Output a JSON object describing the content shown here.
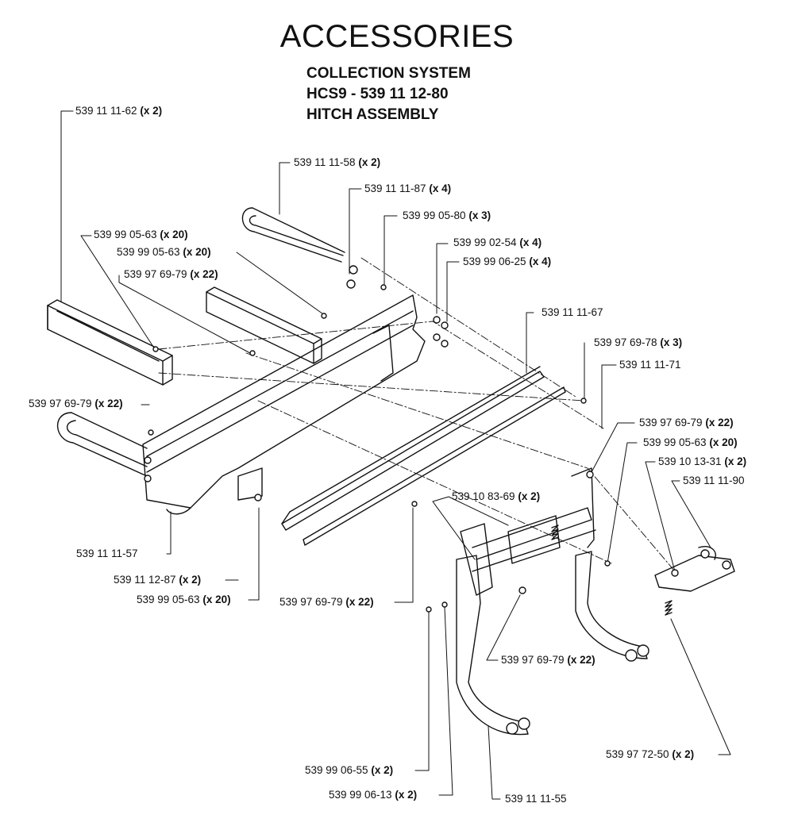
{
  "title": "ACCESSORIES",
  "subtitle_lines": [
    "COLLECTION SYSTEM",
    "HCS9 - 539 11 12-80",
    "HITCH ASSEMBLY"
  ],
  "callouts": [
    {
      "part": "539 11 11-62",
      "qty": "(x 2)"
    },
    {
      "part": "539 11 11-58",
      "qty": "(x 2)"
    },
    {
      "part": "539 11 11-87",
      "qty": "(x 4)"
    },
    {
      "part": "539 99 05-80",
      "qty": "(x 3)"
    },
    {
      "part": "539 99 02-54",
      "qty": "(x 4)"
    },
    {
      "part": "539 99 06-25",
      "qty": "(x 4)"
    },
    {
      "part": "539 99 05-63",
      "qty": "(x 20)"
    },
    {
      "part": "539 99 05-63",
      "qty": "(x 20)"
    },
    {
      "part": "539 97 69-79",
      "qty": "(x 22)"
    },
    {
      "part": "539 11 11-67",
      "qty": ""
    },
    {
      "part": "539 97 69-78",
      "qty": "(x 3)"
    },
    {
      "part": "539 11 11-71",
      "qty": ""
    },
    {
      "part": "539 97 69-79",
      "qty": "(x 22)"
    },
    {
      "part": "539 97 69-79",
      "qty": "(x 22)"
    },
    {
      "part": "539 99 05-63",
      "qty": "(x 20)"
    },
    {
      "part": "539 10 13-31",
      "qty": "(x 2)"
    },
    {
      "part": "539 11 11-90",
      "qty": ""
    },
    {
      "part": "539 10 83-69",
      "qty": "(x 2)"
    },
    {
      "part": "539 11 11-57",
      "qty": ""
    },
    {
      "part": "539 11 12-87",
      "qty": "(x 2)"
    },
    {
      "part": "539 99 05-63",
      "qty": "(x 20)"
    },
    {
      "part": "539 97 69-79",
      "qty": "(x 22)"
    },
    {
      "part": "539 97 69-79",
      "qty": "(x 22)"
    },
    {
      "part": "539 97 72-50",
      "qty": "(x 2)"
    },
    {
      "part": "539 99 06-55",
      "qty": "(x 2)"
    },
    {
      "part": "539 99 06-13",
      "qty": "(x 2)"
    },
    {
      "part": "539 11 11-55",
      "qty": ""
    }
  ]
}
